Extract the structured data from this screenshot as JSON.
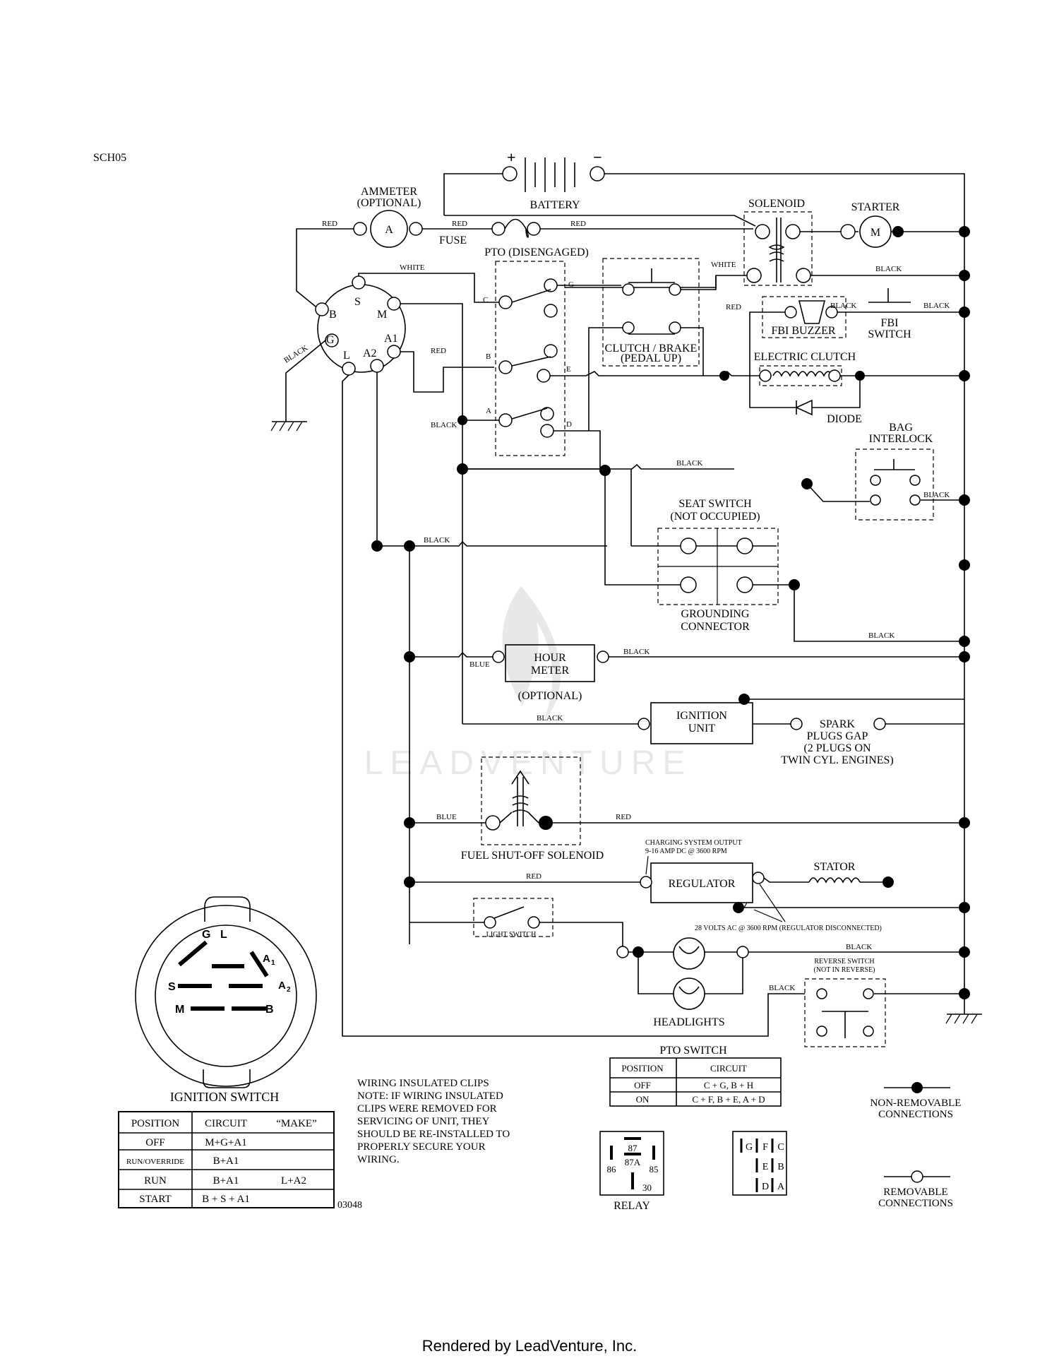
{
  "doc_id": "SCH05",
  "part_code": "03048",
  "footer": "Rendered by LeadVenture, Inc.",
  "watermark": "LEADVENTURE",
  "components": {
    "battery": "BATTERY",
    "battery_plus": "+",
    "battery_minus": "−",
    "ammeter": [
      "AMMETER",
      "(OPTIONAL)"
    ],
    "ammeter_symbol": "A",
    "fuse": "FUSE",
    "solenoid": "SOLENOID",
    "starter": "STARTER",
    "starter_symbol": "M",
    "pto": "PTO (DISENGAGED)",
    "clutch_brake": [
      "CLUTCH / BRAKE",
      "(PEDAL UP)"
    ],
    "fbi_buzzer": "FBI BUZZER",
    "fbi_switch": [
      "FBI",
      "SWITCH"
    ],
    "electric_clutch": "ELECTRIC CLUTCH",
    "diode": "DIODE",
    "bag_interlock": [
      "BAG",
      "INTERLOCK"
    ],
    "seat_switch": [
      "SEAT SWITCH",
      "(NOT OCCUPIED)"
    ],
    "grounding_connector": [
      "GROUNDING",
      "CONNECTOR"
    ],
    "hour_meter": [
      "HOUR",
      "METER"
    ],
    "hour_meter_optional": "(OPTIONAL)",
    "ignition_unit": [
      "IGNITION",
      "UNIT"
    ],
    "spark_plugs": [
      "SPARK",
      "PLUGS GAP",
      "(2 PLUGS ON",
      "TWIN CYL. ENGINES)"
    ],
    "fuel_solenoid": "FUEL SHUT-OFF SOLENOID",
    "charging_output": [
      "CHARGING SYSTEM OUTPUT",
      "9-16 AMP DC @ 3600 RPM"
    ],
    "regulator": "REGULATOR",
    "stator": "STATOR",
    "stator_note": "28 VOLTS AC @ 3600 RPM (REGULATOR DISCONNECTED)",
    "light_switch": "LIGHT SWITCH",
    "headlights": "HEADLIGHTS",
    "reverse_switch": [
      "REVERSE SWITCH",
      "(NOT IN REVERSE)"
    ]
  },
  "wire_colors": {
    "red": "RED",
    "white": "WHITE",
    "black": "BLACK",
    "blue": "BLUE"
  },
  "ignition_terminals": {
    "S": "S",
    "M": "M",
    "B": "B",
    "G": "G",
    "L": "L",
    "A2": "A2",
    "A1": "A1"
  },
  "pto_terminals": {
    "G": "G",
    "C": "C",
    "B": "B",
    "E": "E",
    "A": "A",
    "D": "D"
  },
  "ignition_plug_pins": {
    "G": "G",
    "L": "L",
    "A1": "A",
    "A1_sub": "1",
    "S": "S",
    "A2": "A",
    "A2_sub": "2",
    "M": "M",
    "B": "B"
  },
  "ignition_table": {
    "title": "IGNITION SWITCH",
    "headers": [
      "POSITION",
      "CIRCUIT",
      "“MAKE”"
    ],
    "rows": [
      [
        "OFF",
        "M+G+A1",
        ""
      ],
      [
        "RUN/OVERRIDE",
        "B+A1",
        ""
      ],
      [
        "RUN",
        "B+A1",
        "L+A2"
      ],
      [
        "START",
        "B + S + A1",
        ""
      ]
    ]
  },
  "pto_table": {
    "title": "PTO SWITCH",
    "headers": [
      "POSITION",
      "CIRCUIT"
    ],
    "rows": [
      [
        "OFF",
        "C + G, B + H"
      ],
      [
        "ON",
        "C + F, B + E, A + D"
      ]
    ]
  },
  "note": [
    "WIRING INSULATED CLIPS",
    "NOTE:  IF WIRING INSULATED",
    "CLIPS WERE REMOVED FOR",
    "SERVICING OF UNIT, THEY",
    "SHOULD BE RE-INSTALLED TO",
    "PROPERLY SECURE YOUR",
    "WIRING."
  ],
  "relay": {
    "label": "RELAY",
    "pins": {
      "p87": "87",
      "p87a": "87A",
      "p86": "86",
      "p85": "85",
      "p30": "30"
    }
  },
  "pto_plug_pins": {
    "G": "G",
    "F": "F",
    "C": "C",
    "E": "E",
    "B": "B",
    "D": "D",
    "A": "A"
  },
  "legend": {
    "non_removable": [
      "NON-REMOVABLE",
      "CONNECTIONS"
    ],
    "removable": [
      "REMOVABLE",
      "CONNECTIONS"
    ]
  }
}
